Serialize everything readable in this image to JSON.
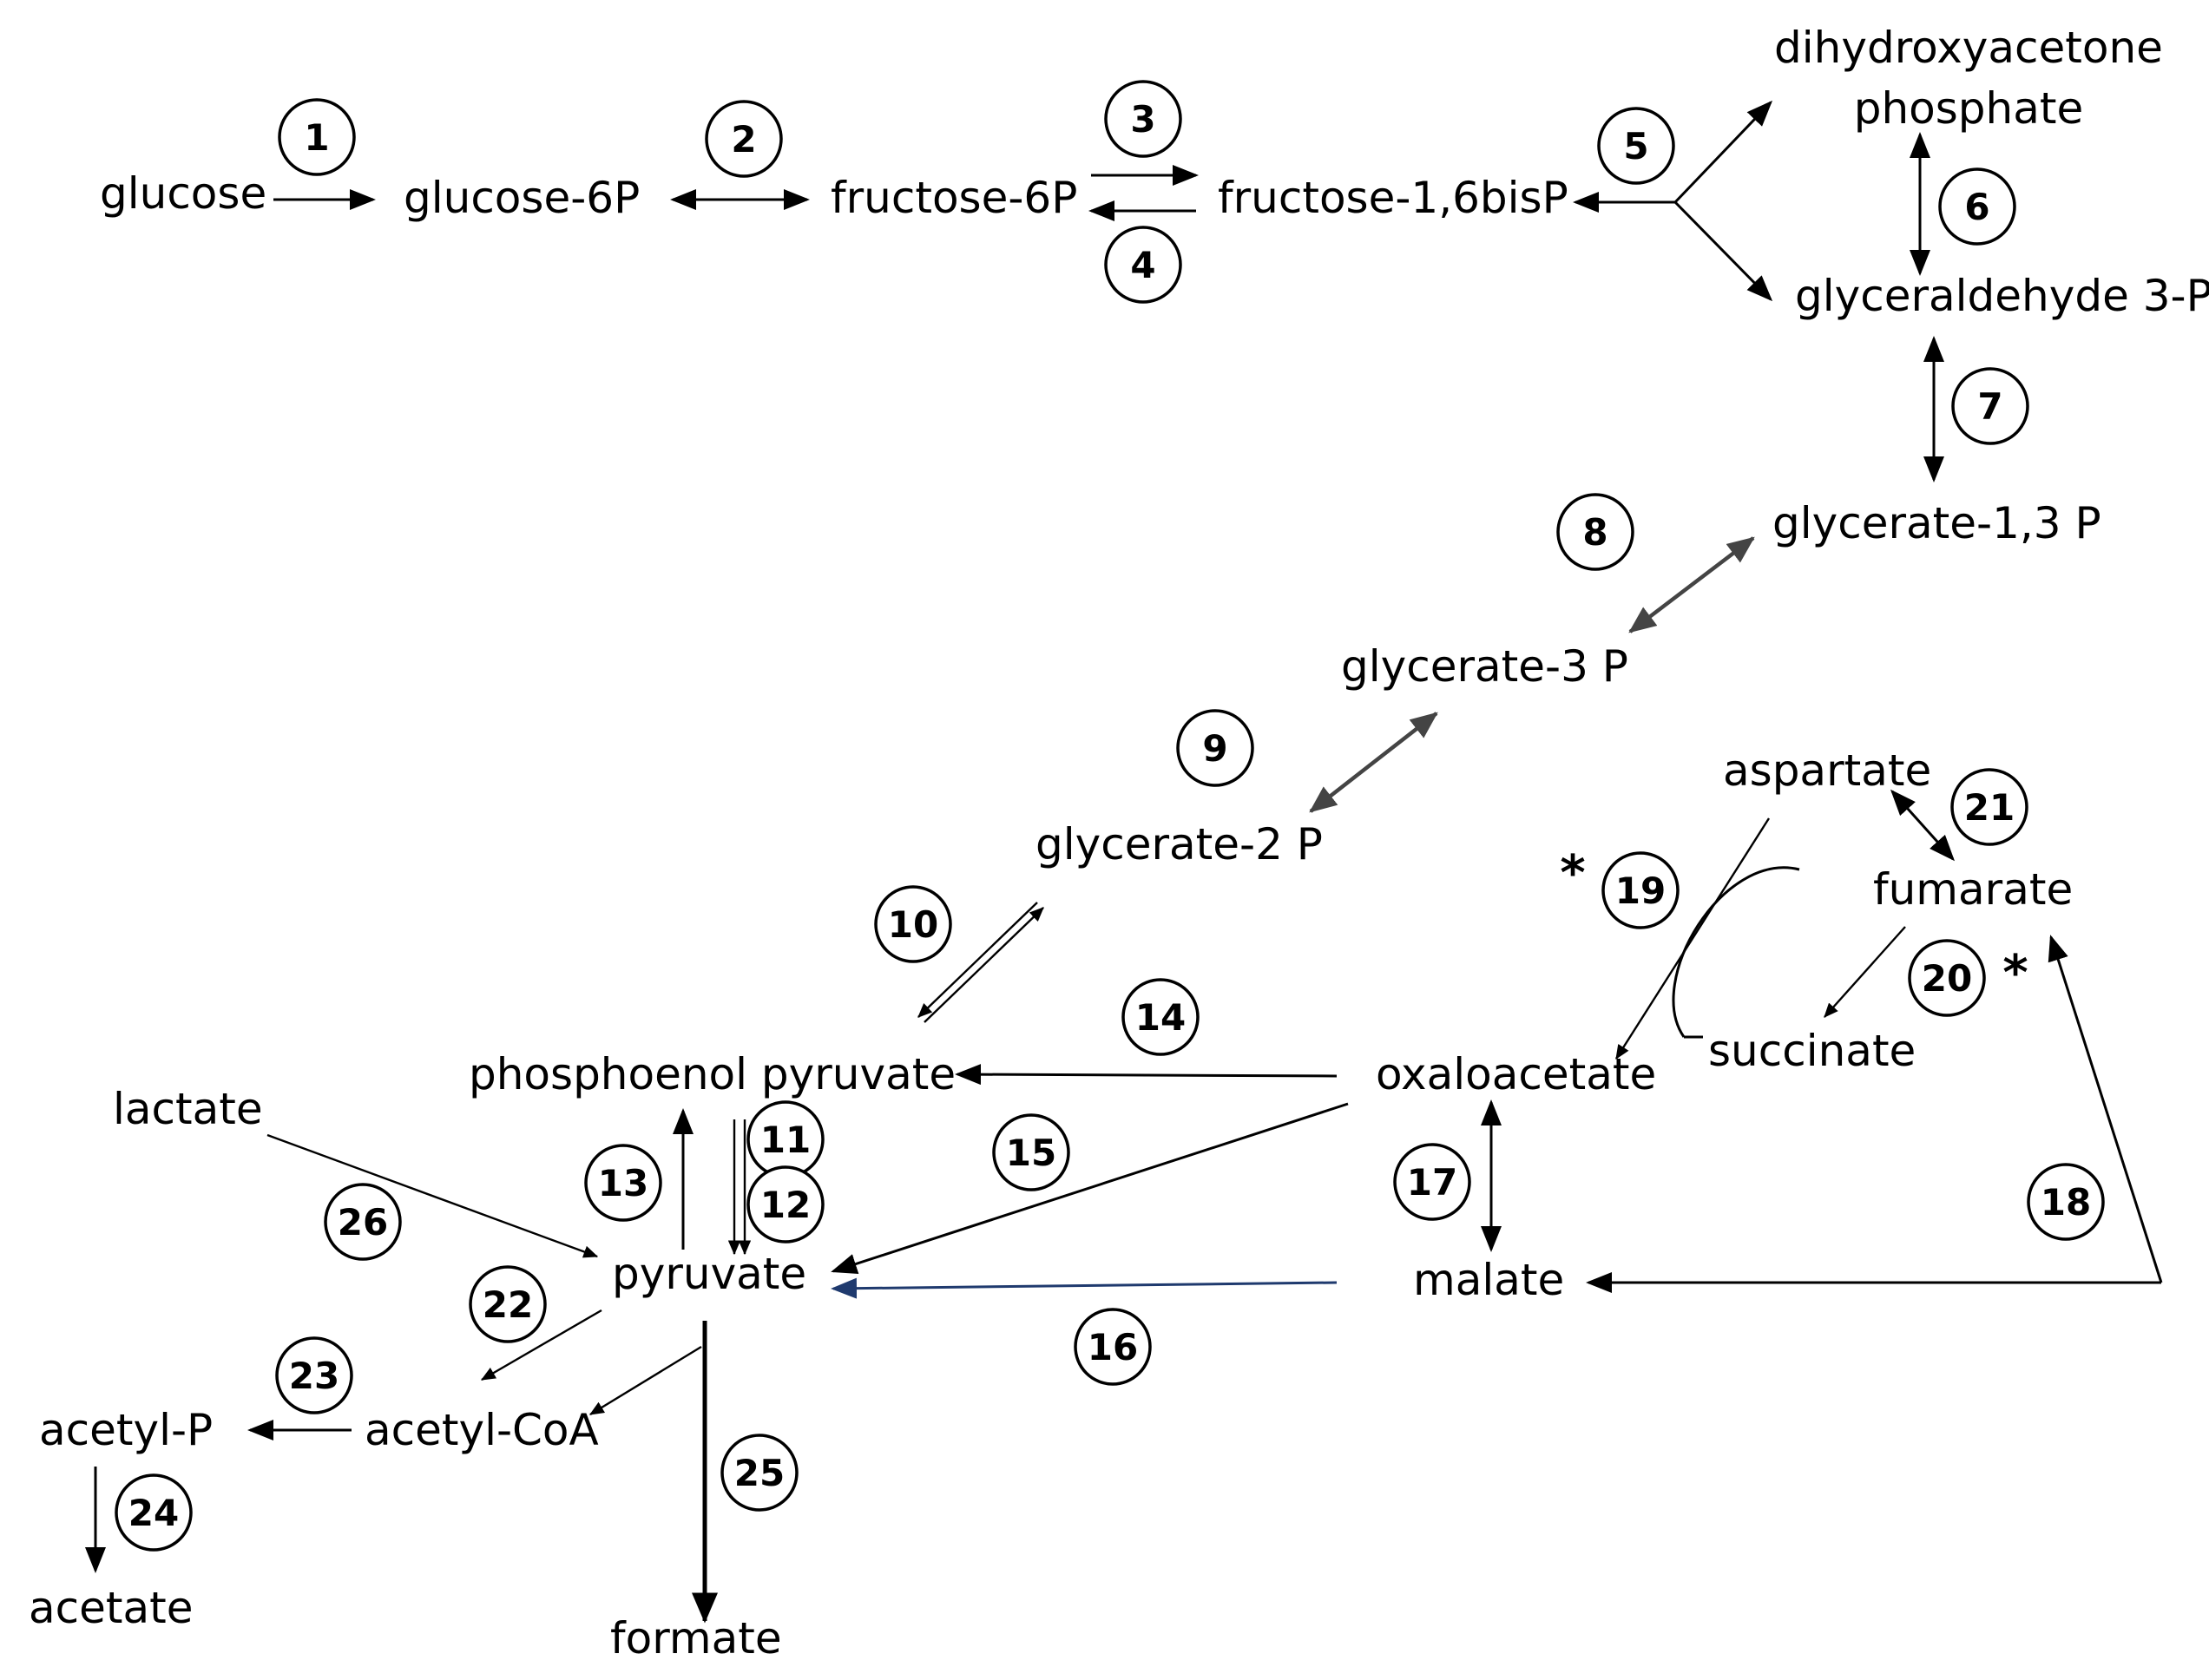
{
  "compounds": {
    "glucose": "glucose",
    "glucose_6p": "glucose-6P",
    "fructose_6p": "fructose-6P",
    "fructose_16bisp": "fructose-1,6bisP",
    "dhap_line1": "dihydroxyacetone",
    "dhap_line2": "phosphate",
    "gap": "glyceraldehyde 3-P",
    "glycerate_13p": "glycerate-1,3 P",
    "glycerate_3p": "glycerate-3 P",
    "glycerate_2p": "glycerate-2 P",
    "pep": "phosphoenol pyruvate",
    "pyruvate": "pyruvate",
    "lactate": "lactate",
    "oxaloacetate": "oxaloacetate",
    "malate": "malate",
    "aspartate": "aspartate",
    "fumarate": "fumarate",
    "succinate": "succinate",
    "acetyl_coa": "acetyl-CoA",
    "acetyl_p": "acetyl-P",
    "acetate": "acetate",
    "formate": "formate"
  },
  "reactions": [
    "1",
    "2",
    "3",
    "4",
    "5",
    "6",
    "7",
    "8",
    "9",
    "10",
    "11",
    "12",
    "13",
    "14",
    "15",
    "16",
    "17",
    "18",
    "19",
    "20",
    "21",
    "22",
    "23",
    "24",
    "25",
    "26"
  ],
  "markers": {
    "star_19": "*",
    "star_20": "*"
  },
  "colors": {
    "ink": "#000000",
    "reaction_16_arrow": "#1f3a6e",
    "background": "#ffffff"
  }
}
